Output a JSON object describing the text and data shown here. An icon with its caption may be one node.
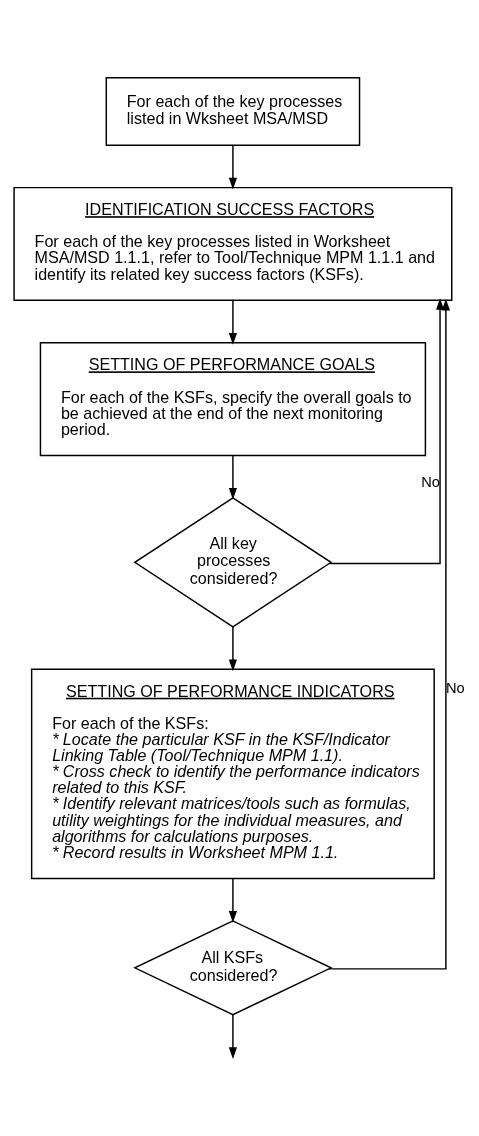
{
  "diagram": {
    "nodes": [
      {
        "text": [
          "For each of the key processes listed in Wksheet MSA/MSD"
        ]
      },
      {
        "text": [
          "IDENTIFICATION SUCCESS FACTORS",
          "For each of the key processes listed in Worksheet MSA/MSD 1.1.1, refer to Tool/Technique MPM 1.1.1 and identify its related key success factors (KSFs)."
        ]
      },
      {
        "text": [
          "SETTING OF PERFORMANCE GOALS",
          "For each of the KSFs, specify the overall goals to be achieved at the end of the next monitoring period."
        ]
      },
      {
        "text": [
          "All key processes considered?"
        ]
      },
      {
        "text": [
          "SETTING OF PERFORMANCE INDICATORS",
          "For each of the KSFs:",
          "* Locate the particular KSF in the KSF/Indicator Linking Table (Tool/Technique MPM 1.1).",
          "* Cross check to identify the performance indicators related to this KSF.",
          "* Identify relevant matrices/tools such as formulas, utility weightings for the individual measures, and algorithms for calculations purposes.",
          "* Record results in Worksheet MPM 1.1."
        ]
      },
      {
        "text": [
          "All KSFs considered?"
        ]
      }
    ],
    "edges": [
      {
        "from": 0,
        "to": 1,
        "arrow": "to"
      },
      {
        "from": 1,
        "to": 2,
        "arrow": "to"
      },
      {
        "from": 2,
        "to": 3,
        "arrow": "to"
      },
      {
        "from": 3,
        "to": 1,
        "arrow": "to",
        "label": "No"
      },
      {
        "from": 3,
        "to": 4,
        "arrow": "to"
      },
      {
        "from": 4,
        "to": 5,
        "arrow": "to"
      },
      {
        "from": 5,
        "to": 1,
        "arrow": "to",
        "label": "No"
      },
      {
        "from": 5,
        "to": null,
        "arrow": "to"
      }
    ]
  }
}
